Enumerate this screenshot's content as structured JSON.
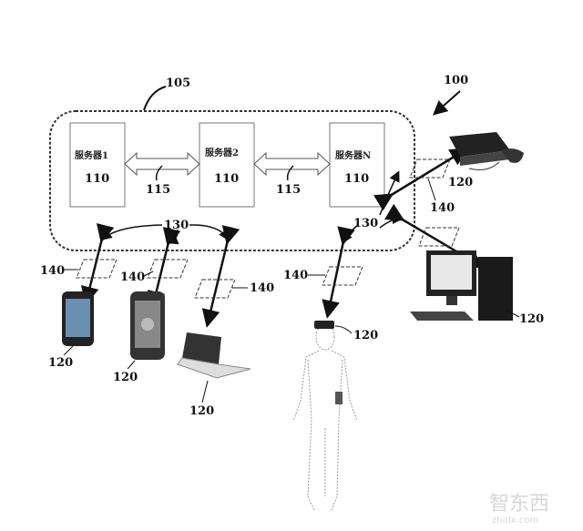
{
  "diagram": {
    "system_label": "100",
    "cluster_label": "105",
    "servers": [
      {
        "name": "服务器1",
        "ref": "110"
      },
      {
        "name": "服务器2",
        "ref": "110"
      },
      {
        "name": "服务器N",
        "ref": "110"
      }
    ],
    "link_label": "115",
    "connection_label": "130",
    "network_label": "140",
    "client_label": "120"
  },
  "watermark": {
    "logo": "智东西",
    "site": "zhidx.com"
  }
}
